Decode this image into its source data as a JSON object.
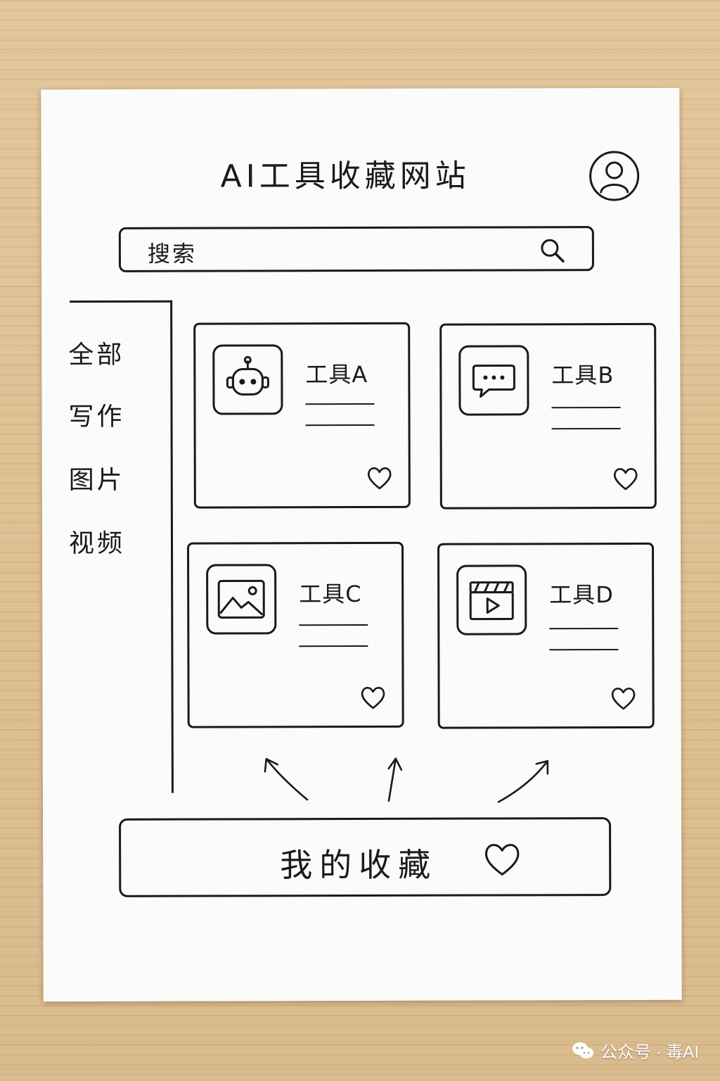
{
  "header": {
    "title": "AI工具收藏网站"
  },
  "search": {
    "placeholder": "搜索"
  },
  "sidebar": {
    "items": [
      {
        "label": "全部"
      },
      {
        "label": "写作"
      },
      {
        "label": "图片"
      },
      {
        "label": "视频"
      }
    ]
  },
  "cards": [
    {
      "title": "工具A",
      "icon": "robot-icon"
    },
    {
      "title": "工具B",
      "icon": "chat-bubble-icon"
    },
    {
      "title": "工具C",
      "icon": "image-icon"
    },
    {
      "title": "工具D",
      "icon": "video-clapperboard-icon"
    }
  ],
  "favorites": {
    "label": "我的收藏"
  },
  "watermark": {
    "text": "公众号 · 毒AI"
  },
  "colors": {
    "ink": "#1a1a1a",
    "paper": "#fbfbfa",
    "desk": "#dfc194"
  }
}
